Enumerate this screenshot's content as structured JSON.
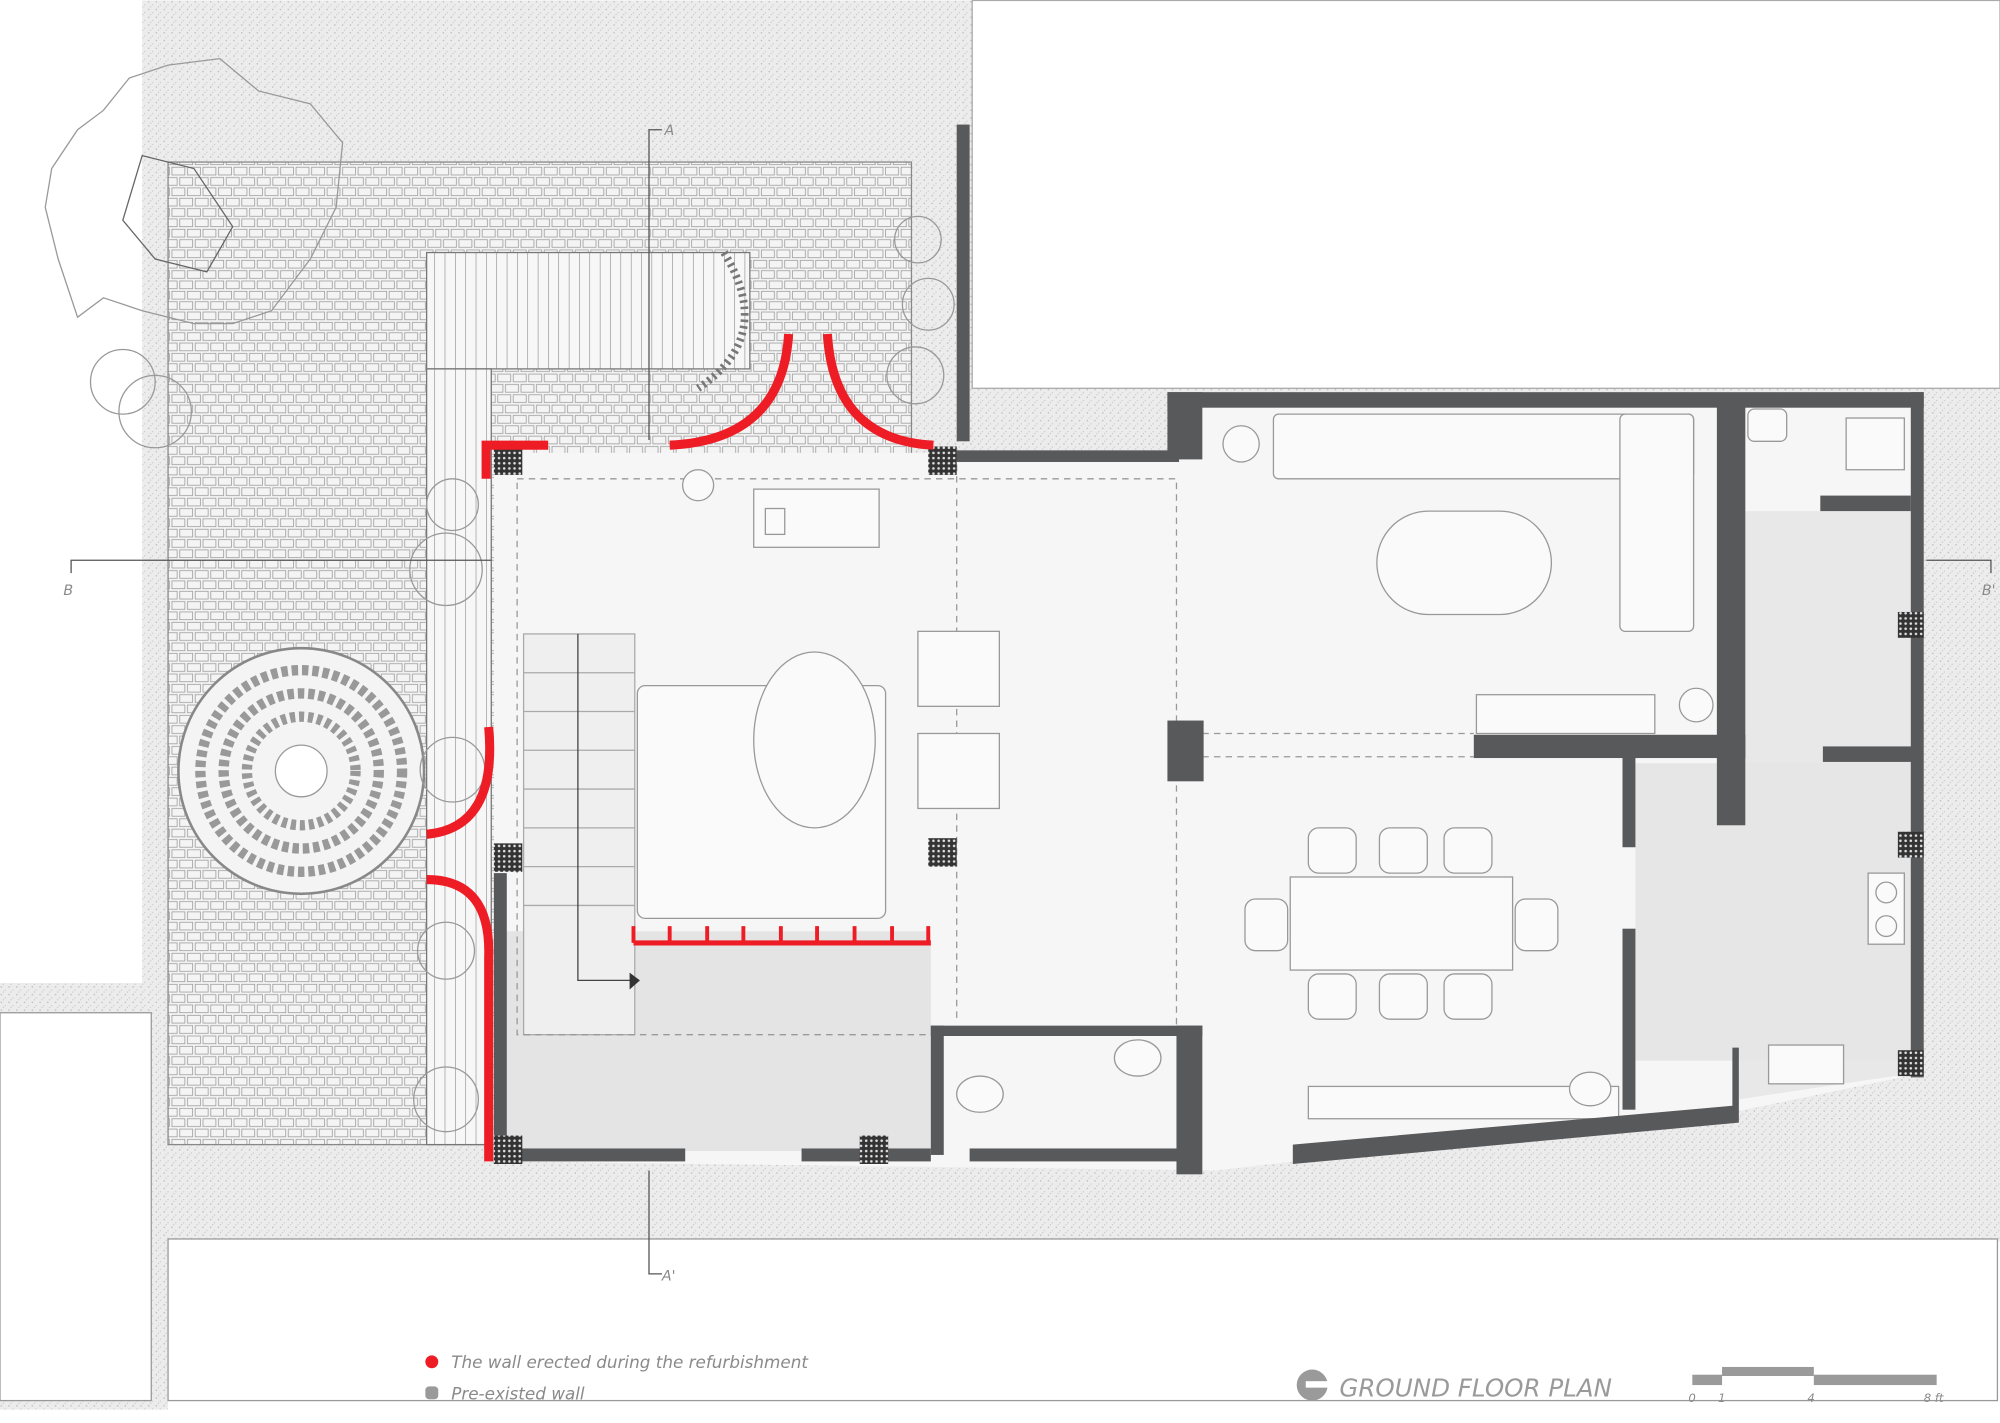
{
  "plan": {
    "title": "GROUND FLOOR PLAN",
    "scale": {
      "labels": [
        "0",
        "1",
        "4",
        "8 ft"
      ],
      "unit": "ft"
    },
    "sections": {
      "a_top": "A",
      "a_bottom": "A'",
      "b_left": "B",
      "b_right": "B'"
    }
  },
  "legend": [
    {
      "label": "The wall erected during the refurbishment",
      "color": "#ee1c24"
    },
    {
      "label": "Pre-existed wall",
      "color": "#9a9a9a"
    }
  ],
  "colors": {
    "new_wall": "#ee1c24",
    "existing_wall": "#58595b",
    "gravel": "#e6e6e6",
    "floor": "#f2f2f2",
    "text": "#8a8a8a"
  }
}
